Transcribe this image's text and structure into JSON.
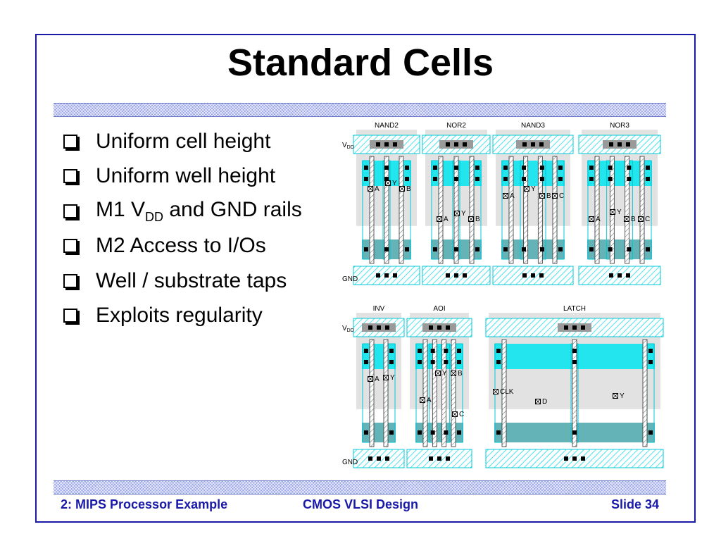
{
  "slide": {
    "title": "Standard Cells",
    "bullets": [
      {
        "text": "Uniform cell height"
      },
      {
        "text": "Uniform well height"
      },
      {
        "pre": "M1 V",
        "sub": "DD",
        "post": " and GND rails"
      },
      {
        "text": "M2 Access to I/Os"
      },
      {
        "text": "Well / substrate taps"
      },
      {
        "text": "Exploits regularity"
      }
    ]
  },
  "figure": {
    "rail_labels": {
      "vdd": "V",
      "vdd_sub": "DD",
      "gnd": "GND"
    },
    "cells_top": [
      {
        "name": "NAND2",
        "pins": [
          "A",
          "Y",
          "B"
        ]
      },
      {
        "name": "NOR2",
        "pins": [
          "A",
          "Y",
          "B"
        ]
      },
      {
        "name": "NAND3",
        "pins": [
          "A",
          "Y",
          "B",
          "C"
        ]
      },
      {
        "name": "NOR3",
        "pins": [
          "A",
          "Y",
          "B",
          "C"
        ]
      }
    ],
    "cells_bottom": [
      {
        "name": "INV",
        "pins": [
          "A",
          "Y"
        ]
      },
      {
        "name": "AOI",
        "pins": [
          "Y",
          "B",
          "A",
          "C"
        ]
      },
      {
        "name": "LATCH",
        "pins": [
          "CLK",
          "D",
          "Y"
        ]
      }
    ]
  },
  "footer": {
    "left": "2: MIPS Processor Example",
    "center": "CMOS VLSI Design",
    "right": "Slide 34"
  },
  "colors": {
    "frame": "#1a1aa8",
    "band": "#9aa6e8",
    "footer_text": "#1a1aa8",
    "diffusion": "#00e5ee",
    "well": "#e2e2e2",
    "contact": "#000000",
    "poly_fill": "#ffffff"
  }
}
